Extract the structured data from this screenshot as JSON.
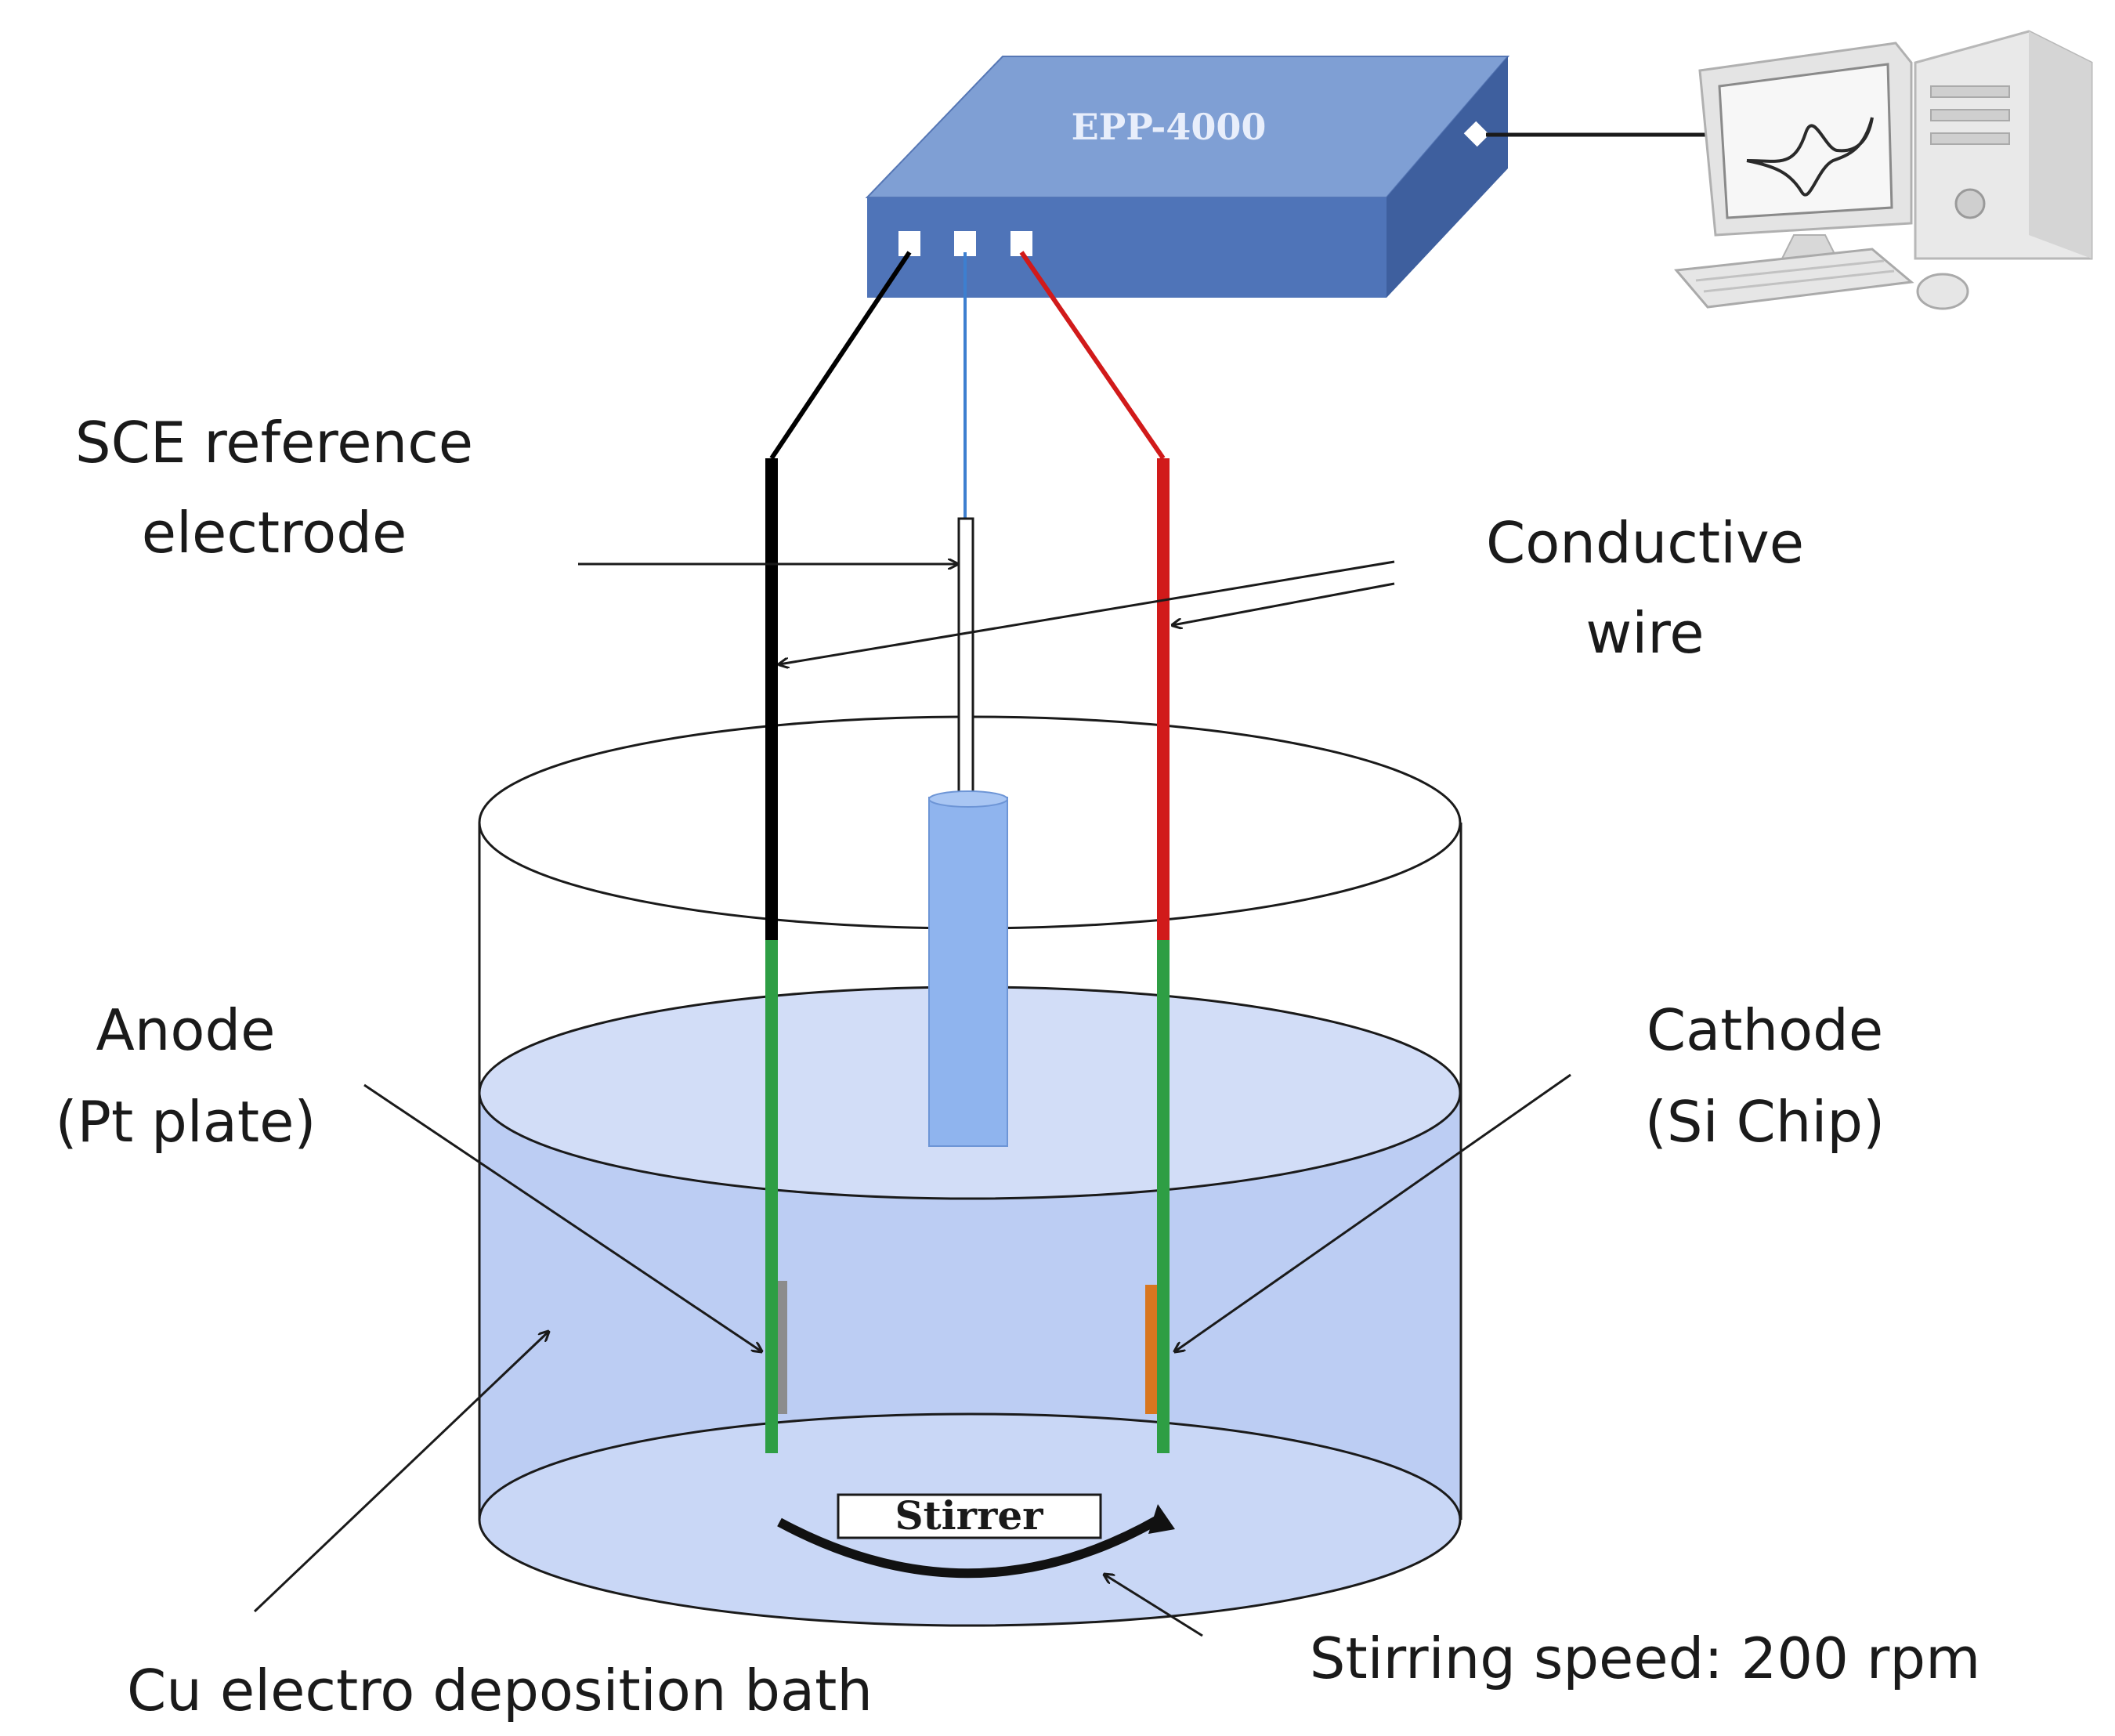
{
  "device": {
    "label": "EPP-4000"
  },
  "labels": {
    "sce_line1": "SCE reference",
    "sce_line2": "electrode",
    "wire_line1": "Conductive",
    "wire_line2": "wire",
    "anode_line1": "Anode",
    "anode_line2": "(Pt plate)",
    "cathode_line1": "Cathode",
    "cathode_line2": "(Si Chip)",
    "bath": "Cu electro deposition bath",
    "speed": "Stirring speed: 200 rpm",
    "stirrer": "Stirrer"
  },
  "icons": {
    "computer": "desktop-computer-icon",
    "cv_curve": "cyclic-voltammogram-icon"
  },
  "colors": {
    "device_top": "#7f9fd4",
    "device_front": "#4f74b8",
    "device_side": "#3e5f9e",
    "solution": "#bccdf3",
    "sce_tube": "#8fb4ee",
    "anode_wire": "#000000",
    "reference_wire": "#3d7fd0",
    "cathode_wire": "#d11a1a",
    "submerged_wire": "#2e9e44",
    "pt_plate": "#8c8c8c",
    "si_chip": "#d8761f"
  }
}
